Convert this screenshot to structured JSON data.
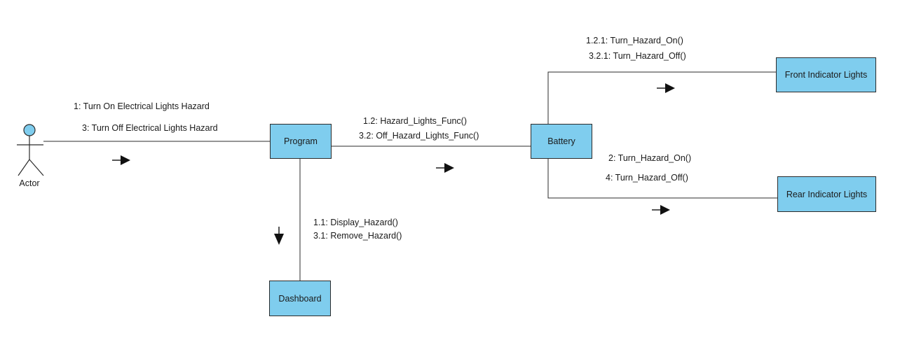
{
  "colors": {
    "node_fill": "#7fcdee",
    "line": "#2b2b2b",
    "actor_fill": "#7fcdee"
  },
  "actor": {
    "label": "Actor"
  },
  "nodes": {
    "program": "Program",
    "battery": "Battery",
    "dashboard": "Dashboard",
    "front": "Front Indicator Lights",
    "rear": "Rear Indicator Lights"
  },
  "messages": {
    "actor_program": [
      "1: Turn On Electrical Lights Hazard",
      "3: Turn Off Electrical Lights Hazard"
    ],
    "program_battery": [
      "1.2: Hazard_Lights_Func()",
      "3.2: Off_Hazard_Lights_Func()"
    ],
    "program_dashboard": [
      "1.1: Display_Hazard()",
      "3.1: Remove_Hazard()"
    ],
    "battery_front": [
      "1.2.1: Turn_Hazard_On()",
      "3.2.1: Turn_Hazard_Off()"
    ],
    "battery_rear": [
      "2: Turn_Hazard_On()",
      "4: Turn_Hazard_Off()"
    ]
  }
}
